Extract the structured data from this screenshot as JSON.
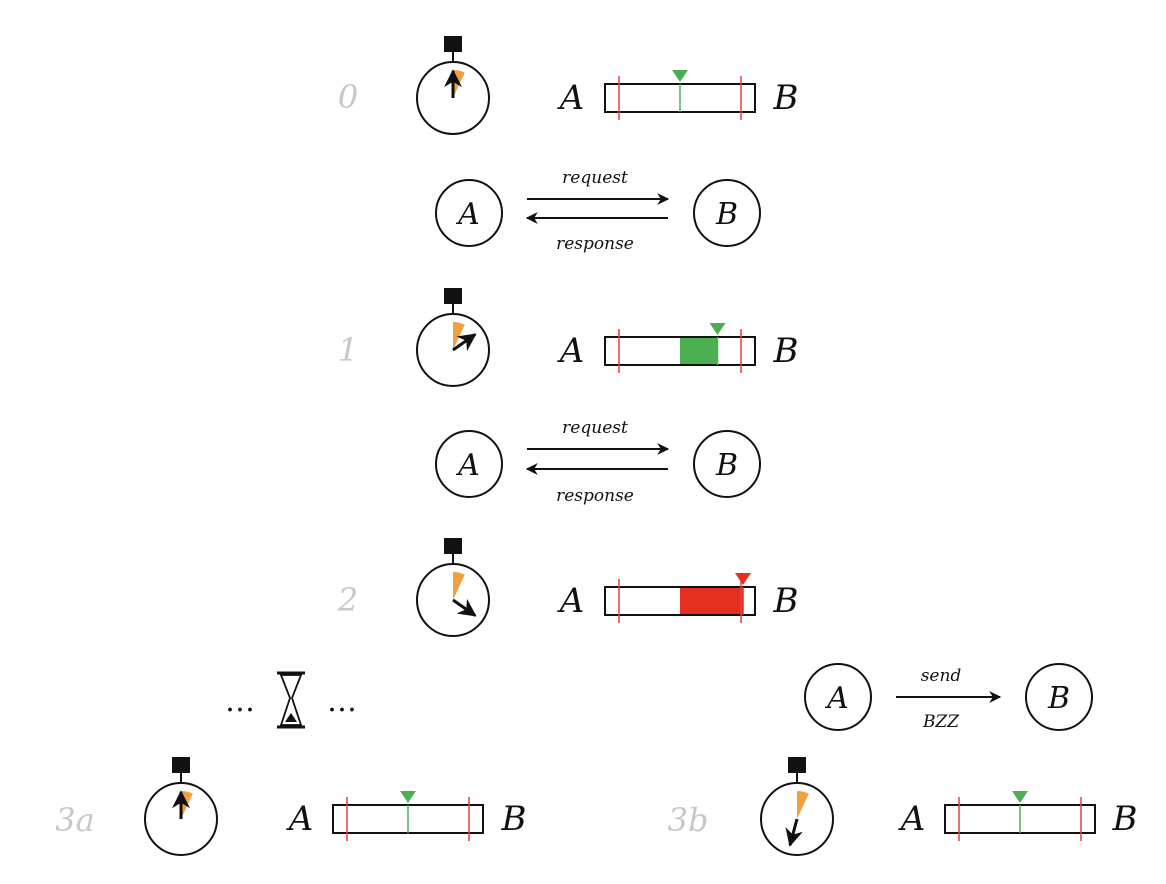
{
  "colors": {
    "orange": "#f0a040",
    "green": "#4caf50",
    "red": "#e53020",
    "limit": "#e04040",
    "label_grey": "#c8c8c8",
    "ink": "#111111"
  },
  "icons": [
    "stopwatch-icon",
    "hourglass-icon"
  ],
  "steps": [
    {
      "label": "0",
      "hand_deg": 0,
      "bar_a": "A",
      "bar_b": "B",
      "marker": 0.5,
      "marker_color": "green",
      "fill_from": 0.5,
      "fill_to": 0.5
    },
    {
      "label": "1",
      "hand_deg": 55,
      "bar_a": "A",
      "bar_b": "B",
      "marker": 0.75,
      "marker_color": "green",
      "fill_from": 0.5,
      "fill_to": 0.75
    },
    {
      "label": "2",
      "hand_deg": 125,
      "bar_a": "A",
      "bar_b": "B",
      "marker": 0.92,
      "marker_color": "red",
      "fill_from": 0.5,
      "fill_to": 0.92
    },
    {
      "label": "3a",
      "hand_deg": 0,
      "bar_a": "A",
      "bar_b": "B",
      "marker": 0.5,
      "marker_color": "green",
      "fill_from": 0.5,
      "fill_to": 0.5
    },
    {
      "label": "3b",
      "hand_deg": 195,
      "bar_a": "A",
      "bar_b": "B",
      "marker": 0.5,
      "marker_color": "green",
      "fill_from": 0.5,
      "fill_to": 0.5
    }
  ],
  "exchanges": [
    {
      "from": "A",
      "to": "B",
      "forward": "request",
      "back": "response"
    },
    {
      "from": "A",
      "to": "B",
      "forward": "request",
      "back": "response"
    }
  ],
  "send": {
    "from": "A",
    "to": "B",
    "label_top": "send",
    "label_bottom": "BZZ"
  },
  "wait": {
    "left": "…",
    "right": "…"
  }
}
